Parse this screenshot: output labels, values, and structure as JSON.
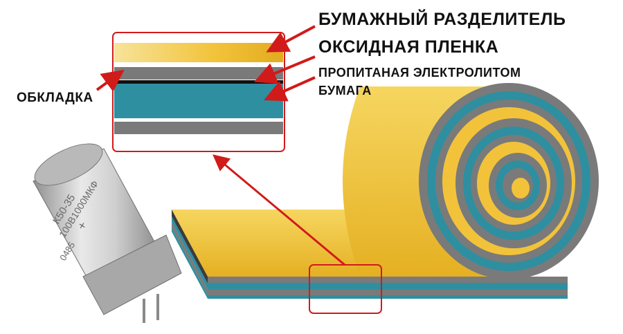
{
  "labels": {
    "paper_separator": "БУМАЖНЫЙ РАЗДЕЛИТЕЛЬ",
    "oxide_film": "ОКСИДНАЯ ПЛЕНКА",
    "impregnated_paper_line1": "ПРОПИТАНАЯ ЭЛЕКТРОЛИТОМ",
    "impregnated_paper_line2": "БУМАГА",
    "plate": "ОБКЛАДКА"
  },
  "capacitor": {
    "line1": "К50-35",
    "line2": "100В1000МКФ",
    "line3": "0485",
    "polarity": "+"
  },
  "colors": {
    "paper_yellow": "#f2c33a",
    "foil_gray": "#7a7a7a",
    "electrolyte_teal": "#2e8fa0",
    "highlight_red": "#d11a1a"
  }
}
